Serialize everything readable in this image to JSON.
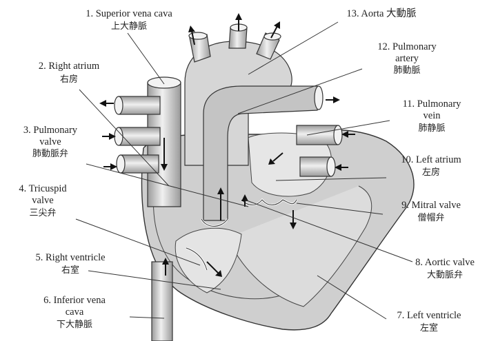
{
  "labels": [
    {
      "id": "superior-vena-cava",
      "en": [
        "1. Superior vena cava"
      ],
      "zh": "上大静脈"
    },
    {
      "id": "right-atrium",
      "en": [
        "2. Right atrium"
      ],
      "zh": "右房"
    },
    {
      "id": "pulmonary-valve",
      "en": [
        "3. Pulmonary",
        "valve"
      ],
      "zh": "肺動脈弁"
    },
    {
      "id": "tricuspid-valve",
      "en": [
        "4. Tricuspid",
        "valve"
      ],
      "zh": "三尖弁"
    },
    {
      "id": "right-ventricle",
      "en": [
        "5. Right ventricle"
      ],
      "zh": "右室"
    },
    {
      "id": "inferior-vena-cava",
      "en": [
        "6. Inferior vena",
        "cava"
      ],
      "zh": "下大静脈"
    },
    {
      "id": "left-ventricle",
      "en": [
        "7. Left ventricle"
      ],
      "zh": "左室"
    },
    {
      "id": "aortic-valve",
      "en": [
        "8. Aortic valve"
      ],
      "zh": "大動脈弁"
    },
    {
      "id": "mitral-valve",
      "en": [
        "9. Mitral valve"
      ],
      "zh": "僧帽弁"
    },
    {
      "id": "left-atrium",
      "en": [
        "10. Left atrium"
      ],
      "zh": "左房"
    },
    {
      "id": "pulmonary-vein",
      "en": [
        "11. Pulmonary",
        "vein"
      ],
      "zh": "肺静脈"
    },
    {
      "id": "pulmonary-artery",
      "en": [
        "12. Pulmonary",
        "artery"
      ],
      "zh": "肺動脈"
    },
    {
      "id": "aorta",
      "en": [
        "13. Aorta 大動脈"
      ],
      "zh": ""
    }
  ],
  "colors": {
    "tissue_fill": "#c9c9c9",
    "tissue_light": "#e2e2e2",
    "outline": "#333333",
    "background": "#ffffff"
  }
}
